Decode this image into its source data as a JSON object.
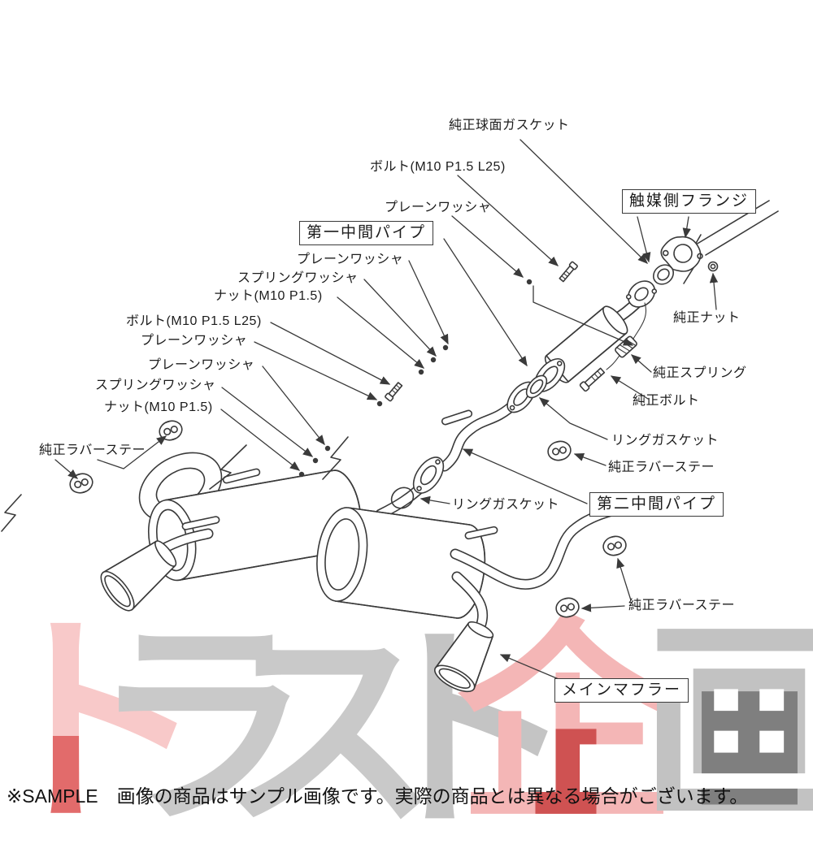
{
  "colors": {
    "line": "#3a3a3a",
    "watermark_pink": "#f8c9c9",
    "watermark_gray": "#c9c9c9",
    "watermark_dark_red": "#cb4848"
  },
  "boxed_labels": [
    {
      "text": "触媒側フランジ"
    },
    {
      "text": "第一中間パイプ"
    },
    {
      "text": "第二中間パイプ"
    },
    {
      "text": "メインマフラー"
    }
  ],
  "part_labels": [
    {
      "text": "純正球面ガスケット"
    },
    {
      "text": "ボルト(M10 P1.5 L25)"
    },
    {
      "text": "プレーンワッシャ"
    },
    {
      "text": "プレーンワッシャ"
    },
    {
      "text": "スプリングワッシャ"
    },
    {
      "text": "ナット(M10 P1.5)"
    },
    {
      "text": "ボルト(M10 P1.5 L25)"
    },
    {
      "text": "プレーンワッシャ"
    },
    {
      "text": "プレーンワッシャ"
    },
    {
      "text": "スプリングワッシャ"
    },
    {
      "text": "ナット(M10 P1.5)"
    },
    {
      "text": "純正ラバーステー"
    },
    {
      "text": "純正ナット"
    },
    {
      "text": "純正スプリング"
    },
    {
      "text": "純正ボルト"
    },
    {
      "text": "リングガスケット"
    },
    {
      "text": "純正ラバーステー"
    },
    {
      "text": "リングガスケット"
    },
    {
      "text": "純正ラバーステー"
    }
  ],
  "watermark": {
    "text": "トラスト企画",
    "chars": [
      "ト",
      "ラ",
      "ス",
      "ト",
      "企",
      "画"
    ]
  },
  "footer": {
    "disclaimer": "※SAMPLE　画像の商品はサンプル画像です。実際の商品とは異なる場合がございます。"
  }
}
